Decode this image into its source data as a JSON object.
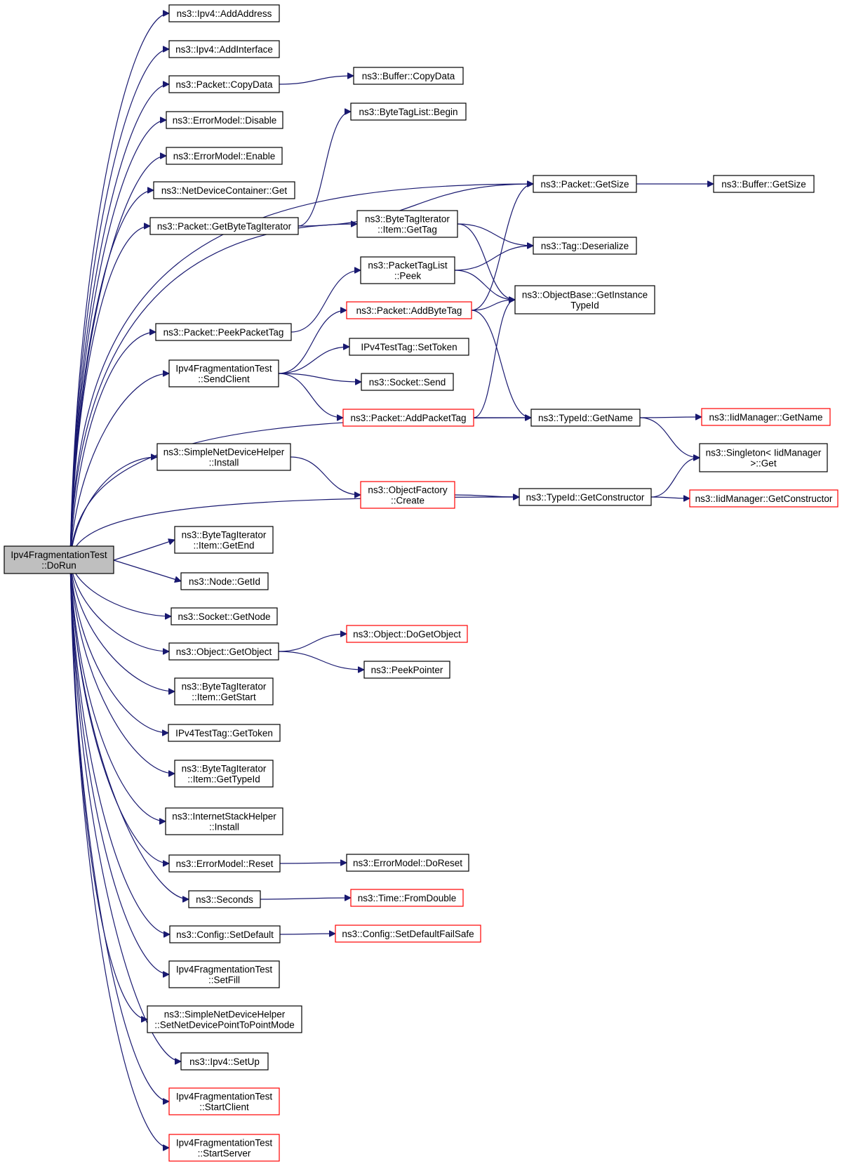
{
  "diagram": {
    "colors": {
      "edge": "#191970",
      "border": "#000000",
      "incomplete_border": "#ff0000",
      "root_fill": "#bfbfbf",
      "background": "#ffffff"
    },
    "nodes": [
      {
        "id": "root",
        "lines": [
          "Ipv4FragmentationTest",
          "::DoRun"
        ],
        "style": "root"
      },
      {
        "id": "n1",
        "lines": [
          "ns3::Ipv4::AddAddress"
        ],
        "style": "normal"
      },
      {
        "id": "n2",
        "lines": [
          "ns3::Ipv4::AddInterface"
        ],
        "style": "normal"
      },
      {
        "id": "n3",
        "lines": [
          "ns3::Packet::CopyData"
        ],
        "style": "normal"
      },
      {
        "id": "n4",
        "lines": [
          "ns3::ErrorModel::Disable"
        ],
        "style": "normal"
      },
      {
        "id": "n5",
        "lines": [
          "ns3::ErrorModel::Enable"
        ],
        "style": "normal"
      },
      {
        "id": "n6",
        "lines": [
          "ns3::NetDeviceContainer::Get"
        ],
        "style": "normal"
      },
      {
        "id": "n7",
        "lines": [
          "ns3::Packet::GetByteTagIterator"
        ],
        "style": "normal"
      },
      {
        "id": "n8",
        "lines": [
          "ns3::Packet::PeekPacketTag"
        ],
        "style": "normal"
      },
      {
        "id": "n9",
        "lines": [
          "Ipv4FragmentationTest",
          "::SendClient"
        ],
        "style": "normal"
      },
      {
        "id": "n10",
        "lines": [
          "ns3::SimpleNetDeviceHelper",
          "::Install"
        ],
        "style": "normal"
      },
      {
        "id": "n11",
        "lines": [
          "ns3::ByteTagIterator",
          "::Item::GetEnd"
        ],
        "style": "normal"
      },
      {
        "id": "n12",
        "lines": [
          "ns3::Node::GetId"
        ],
        "style": "normal"
      },
      {
        "id": "n13",
        "lines": [
          "ns3::Socket::GetNode"
        ],
        "style": "normal"
      },
      {
        "id": "n14",
        "lines": [
          "ns3::Object::GetObject"
        ],
        "style": "normal"
      },
      {
        "id": "n15",
        "lines": [
          "ns3::ByteTagIterator",
          "::Item::GetStart"
        ],
        "style": "normal"
      },
      {
        "id": "n16",
        "lines": [
          "IPv4TestTag::GetToken"
        ],
        "style": "normal"
      },
      {
        "id": "n17",
        "lines": [
          "ns3::ByteTagIterator",
          "::Item::GetTypeId"
        ],
        "style": "normal"
      },
      {
        "id": "n18",
        "lines": [
          "ns3::InternetStackHelper",
          "::Install"
        ],
        "style": "normal"
      },
      {
        "id": "n19",
        "lines": [
          "ns3::ErrorModel::Reset"
        ],
        "style": "normal"
      },
      {
        "id": "n20",
        "lines": [
          "ns3::Seconds"
        ],
        "style": "normal"
      },
      {
        "id": "n21",
        "lines": [
          "ns3::Config::SetDefault"
        ],
        "style": "normal"
      },
      {
        "id": "n22",
        "lines": [
          "Ipv4FragmentationTest",
          "::SetFill"
        ],
        "style": "normal"
      },
      {
        "id": "n23",
        "lines": [
          "ns3::SimpleNetDeviceHelper",
          "::SetNetDevicePointToPointMode"
        ],
        "style": "normal"
      },
      {
        "id": "n24",
        "lines": [
          "ns3::Ipv4::SetUp"
        ],
        "style": "normal"
      },
      {
        "id": "n25",
        "lines": [
          "Ipv4FragmentationTest",
          "::StartClient"
        ],
        "style": "red"
      },
      {
        "id": "n26",
        "lines": [
          "Ipv4FragmentationTest",
          "::StartServer"
        ],
        "style": "red"
      },
      {
        "id": "m1",
        "lines": [
          "ns3::Buffer::CopyData"
        ],
        "style": "normal"
      },
      {
        "id": "m2",
        "lines": [
          "ns3::ByteTagList::Begin"
        ],
        "style": "normal"
      },
      {
        "id": "m3",
        "lines": [
          "ns3::ByteTagIterator",
          "::Item::GetTag"
        ],
        "style": "normal"
      },
      {
        "id": "m4",
        "lines": [
          "ns3::PacketTagList",
          "::Peek"
        ],
        "style": "normal"
      },
      {
        "id": "m5",
        "lines": [
          "ns3::Packet::AddByteTag"
        ],
        "style": "red"
      },
      {
        "id": "m6",
        "lines": [
          "IPv4TestTag::SetToken"
        ],
        "style": "normal"
      },
      {
        "id": "m7",
        "lines": [
          "ns3::Socket::Send"
        ],
        "style": "normal"
      },
      {
        "id": "m8",
        "lines": [
          "ns3::Packet::AddPacketTag"
        ],
        "style": "red"
      },
      {
        "id": "m9",
        "lines": [
          "ns3::ObjectFactory",
          "::Create"
        ],
        "style": "red"
      },
      {
        "id": "m10",
        "lines": [
          "ns3::Object::DoGetObject"
        ],
        "style": "red"
      },
      {
        "id": "m11",
        "lines": [
          "ns3::PeekPointer"
        ],
        "style": "normal"
      },
      {
        "id": "m12",
        "lines": [
          "ns3::ErrorModel::DoReset"
        ],
        "style": "normal"
      },
      {
        "id": "m13",
        "lines": [
          "ns3::Time::FromDouble"
        ],
        "style": "red"
      },
      {
        "id": "m14",
        "lines": [
          "ns3::Config::SetDefaultFailSafe"
        ],
        "style": "red"
      },
      {
        "id": "k1",
        "lines": [
          "ns3::Packet::GetSize"
        ],
        "style": "normal"
      },
      {
        "id": "k2",
        "lines": [
          "ns3::Tag::Deserialize"
        ],
        "style": "normal"
      },
      {
        "id": "k3",
        "lines": [
          "ns3::ObjectBase::GetInstance",
          "TypeId"
        ],
        "style": "normal"
      },
      {
        "id": "k4",
        "lines": [
          "ns3::TypeId::GetName"
        ],
        "style": "normal"
      },
      {
        "id": "k5",
        "lines": [
          "ns3::TypeId::GetConstructor"
        ],
        "style": "normal"
      },
      {
        "id": "j1",
        "lines": [
          "ns3::Buffer::GetSize"
        ],
        "style": "normal"
      },
      {
        "id": "j2",
        "lines": [
          "ns3::IidManager::GetName"
        ],
        "style": "red"
      },
      {
        "id": "j3",
        "lines": [
          "ns3::Singleton< IidManager",
          ">::Get"
        ],
        "style": "normal"
      },
      {
        "id": "j4",
        "lines": [
          "ns3::IidManager::GetConstructor"
        ],
        "style": "red"
      }
    ],
    "edges": [
      [
        "root",
        "n1"
      ],
      [
        "root",
        "n2"
      ],
      [
        "root",
        "n3"
      ],
      [
        "root",
        "n4"
      ],
      [
        "root",
        "n5"
      ],
      [
        "root",
        "n6"
      ],
      [
        "root",
        "n7"
      ],
      [
        "root",
        "k1"
      ],
      [
        "root",
        "m3"
      ],
      [
        "root",
        "n8"
      ],
      [
        "root",
        "n9"
      ],
      [
        "root",
        "k4"
      ],
      [
        "root",
        "n10"
      ],
      [
        "root",
        "k5"
      ],
      [
        "root",
        "n11"
      ],
      [
        "root",
        "n12"
      ],
      [
        "root",
        "n13"
      ],
      [
        "root",
        "n14"
      ],
      [
        "root",
        "n15"
      ],
      [
        "root",
        "n16"
      ],
      [
        "root",
        "n17"
      ],
      [
        "root",
        "n18"
      ],
      [
        "root",
        "n19"
      ],
      [
        "root",
        "n20"
      ],
      [
        "root",
        "n21"
      ],
      [
        "root",
        "n22"
      ],
      [
        "root",
        "n23"
      ],
      [
        "root",
        "n24"
      ],
      [
        "root",
        "n25"
      ],
      [
        "root",
        "n26"
      ],
      [
        "n3",
        "m1"
      ],
      [
        "n7",
        "m2"
      ],
      [
        "n7",
        "k1"
      ],
      [
        "n8",
        "m4"
      ],
      [
        "n9",
        "m5"
      ],
      [
        "n9",
        "m6"
      ],
      [
        "n9",
        "m7"
      ],
      [
        "n9",
        "m8"
      ],
      [
        "n10",
        "m9"
      ],
      [
        "n14",
        "m10"
      ],
      [
        "n14",
        "m11"
      ],
      [
        "n19",
        "m12"
      ],
      [
        "n20",
        "m13"
      ],
      [
        "n21",
        "m14"
      ],
      [
        "m3",
        "k2"
      ],
      [
        "m3",
        "k3"
      ],
      [
        "m4",
        "k2"
      ],
      [
        "m4",
        "k3"
      ],
      [
        "m5",
        "k1"
      ],
      [
        "m5",
        "k3"
      ],
      [
        "m5",
        "k4"
      ],
      [
        "m8",
        "k3"
      ],
      [
        "m8",
        "k4"
      ],
      [
        "m9",
        "k5"
      ],
      [
        "k1",
        "j1"
      ],
      [
        "k4",
        "j2"
      ],
      [
        "k4",
        "j3"
      ],
      [
        "k5",
        "j3"
      ],
      [
        "k5",
        "j4"
      ]
    ]
  }
}
